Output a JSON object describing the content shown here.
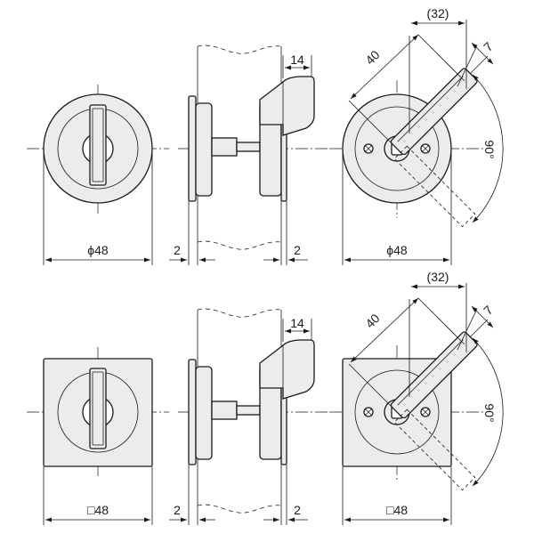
{
  "labels": {
    "top_left_dia": "ϕ48",
    "top_side_2a": "2",
    "top_side_2b": "2",
    "top_side_14": "14",
    "top_right_dia": "ϕ48",
    "top_right_32": "(32)",
    "top_right_40": "40",
    "top_right_7": "7",
    "top_right_90": "90°",
    "bot_left_sq": "□48",
    "bot_side_2a": "2",
    "bot_side_2b": "2",
    "bot_side_14": "14",
    "bot_right_sq": "□48",
    "bot_right_32": "(32)",
    "bot_right_40": "40",
    "bot_right_7": "7",
    "bot_right_90": "90°"
  }
}
